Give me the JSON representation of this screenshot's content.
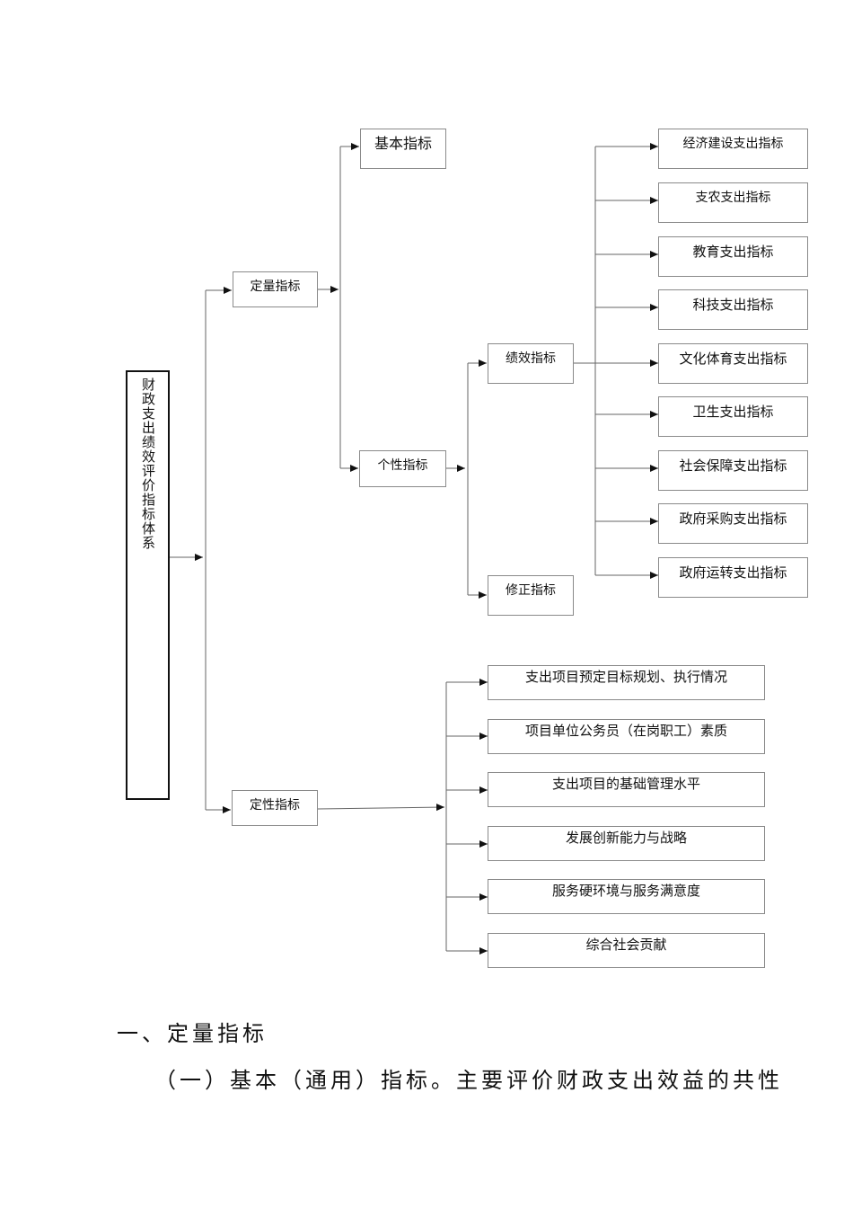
{
  "root": "财政支出绩效评价指标体系",
  "quantitative": {
    "label": "定量指标",
    "basic": "基本指标",
    "individual": {
      "label": "个性指标",
      "performance": "绩效指标",
      "correction": "修正指标"
    }
  },
  "performance_items": [
    "经济建设支出指标",
    "支农支出指标",
    "教育支出指标",
    "科技支出指标",
    "文化体育支出指标",
    "卫生支出指标",
    "社会保障支出指标",
    "政府采购支出指标",
    "政府运转支出指标"
  ],
  "qualitative": {
    "label": "定性指标",
    "items": [
      "支出项目预定目标规划、执行情况",
      "项目单位公务员（在岗职工）素质",
      "支出项目的基础管理水平",
      "发展创新能力与战略",
      "服务硬环境与服务满意度",
      "综合社会贡献"
    ]
  },
  "text": {
    "heading": "一、定量指标",
    "paragraph": "（一）基本（通用）指标。主要评价财政支出效益的共性"
  }
}
